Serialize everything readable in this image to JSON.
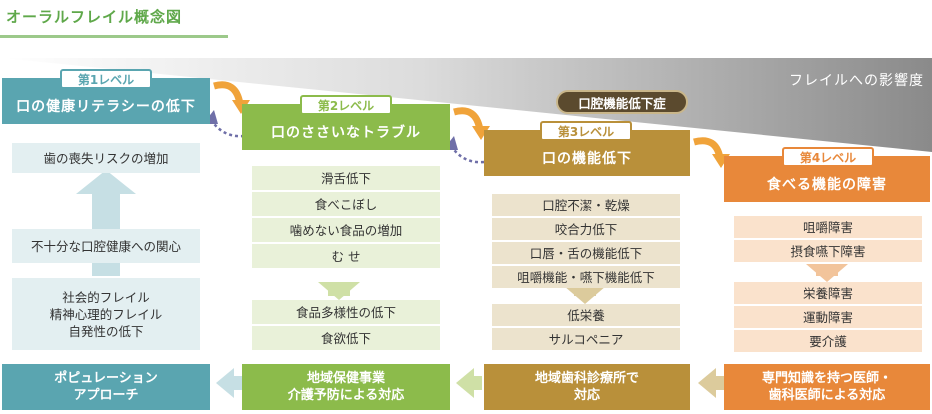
{
  "title": "オーラルフレイル概念図",
  "impact_label": "フレイルへの影響度",
  "oral_decline_badge": "口腔機能低下症",
  "levels": [
    {
      "tab": "第1レベル",
      "header": "口の健康リテラシーの低下",
      "color": "#5aa5b0",
      "items": [
        "歯の喪失リスクの増加",
        "不十分な口腔健康への関心",
        "社会的フレイル\n精神心理的フレイル\n自発性の低下"
      ]
    },
    {
      "tab": "第2レベル",
      "header": "口のささいなトラブル",
      "color": "#8cbb4b",
      "items_top": [
        "滑舌低下",
        "食べこぼし",
        "噛めない食品の増加",
        "む せ"
      ],
      "items_bottom": [
        "食品多様性の低下",
        "食欲低下"
      ]
    },
    {
      "tab": "第3レベル",
      "header": "口の機能低下",
      "color": "#b9903a",
      "items_top": [
        "口腔不潔・乾燥",
        "咬合力低下",
        "口唇・舌の機能低下",
        "咀嚼機能・嚥下機能低下"
      ],
      "items_bottom": [
        "低栄養",
        "サルコペニア"
      ]
    },
    {
      "tab": "第4レベル",
      "header": "食べる機能の障害",
      "color": "#e8883a",
      "items_top": [
        "咀嚼障害",
        "摂食嚥下障害"
      ],
      "items_bottom": [
        "栄養障害",
        "運動障害",
        "要介護"
      ]
    }
  ],
  "bottom_row": [
    {
      "label": "ポピュレーション\nアプローチ",
      "color": "#5aa5b0"
    },
    {
      "label": "地域保健事業\n介護予防による対応",
      "color": "#8cbb4b"
    },
    {
      "label": "地域歯科診療所で\n対応",
      "color": "#b9903a"
    },
    {
      "label": "専門知識を持つ医師・\n歯科医師による対応",
      "color": "#e8883a"
    }
  ]
}
